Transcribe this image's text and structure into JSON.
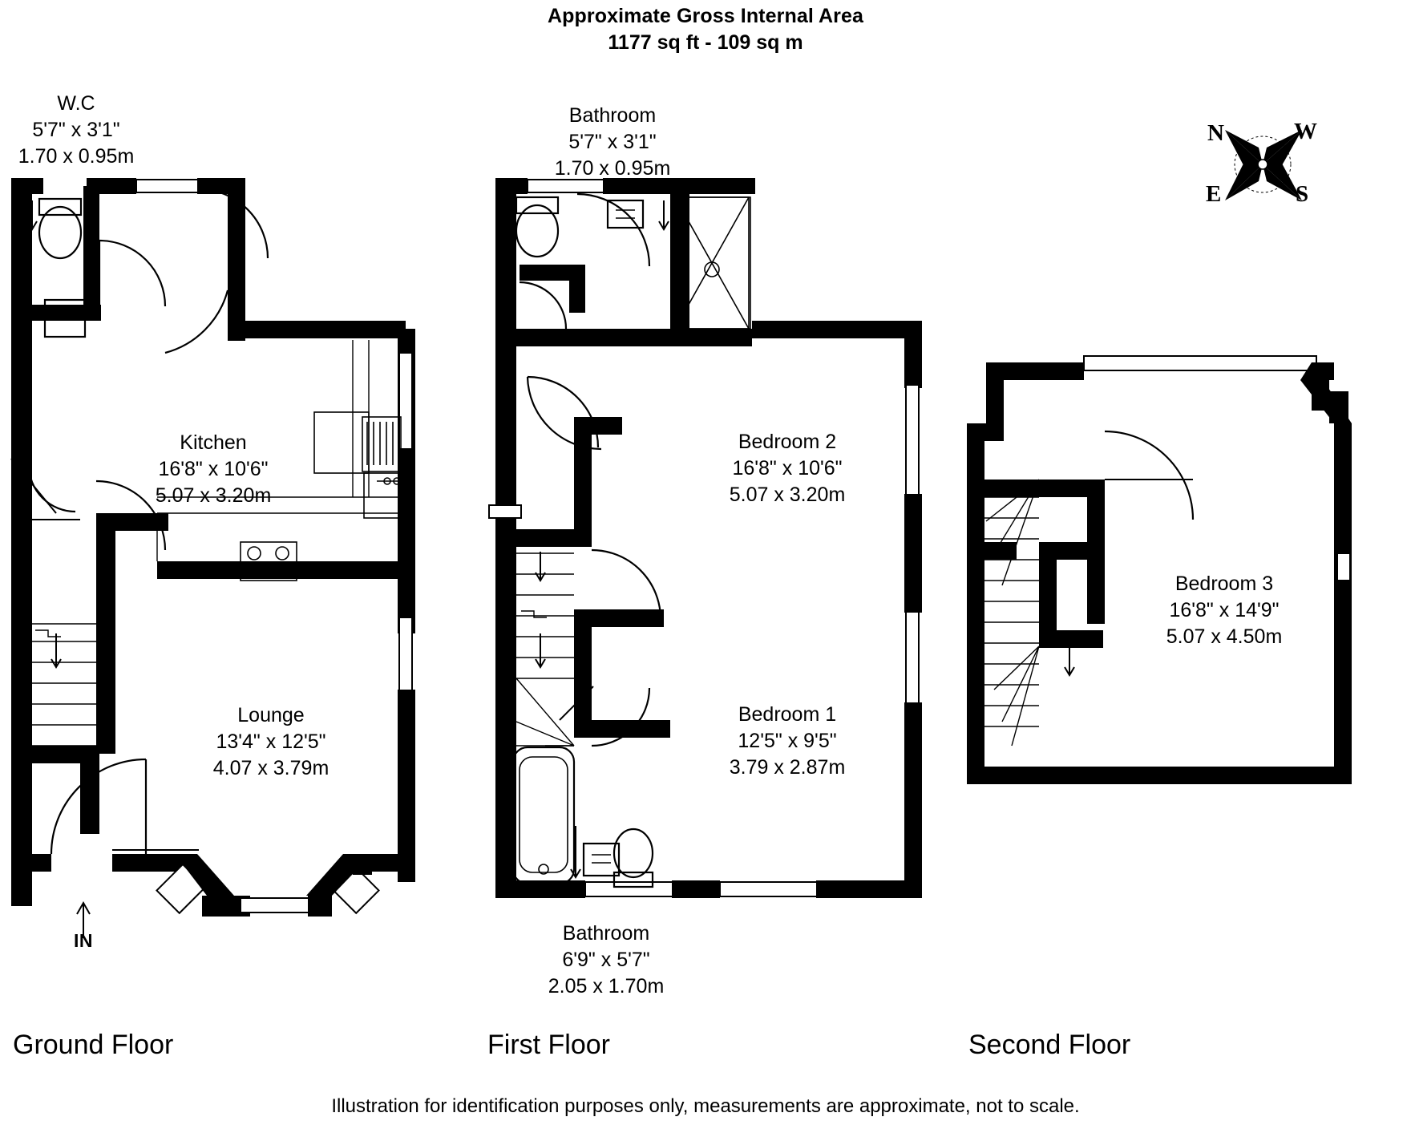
{
  "header": {
    "title": "Approximate Gross Internal Area",
    "area": "1177 sq ft - 109 sq m"
  },
  "compass": {
    "north": "N",
    "west": "W",
    "east": "E",
    "south": "S"
  },
  "floors": [
    {
      "id": "ground",
      "title": "Ground Floor",
      "rooms": [
        {
          "name": "W.C",
          "imperial": "5'7\" x 3'1\"",
          "metric": "1.70 x 0.95m"
        },
        {
          "name": "Kitchen",
          "imperial": "16'8\" x 10'6\"",
          "metric": "5.07 x 3.20m"
        },
        {
          "name": "Lounge",
          "imperial": "13'4\" x 12'5\"",
          "metric": "4.07 x 3.79m"
        }
      ],
      "entrance_label": "IN"
    },
    {
      "id": "first",
      "title": "First Floor",
      "rooms": [
        {
          "name": "Bathroom",
          "imperial": "5'7\" x 3'1\"",
          "metric": "1.70 x 0.95m"
        },
        {
          "name": "Bedroom 2",
          "imperial": "16'8\" x 10'6\"",
          "metric": "5.07 x 3.20m"
        },
        {
          "name": "Bedroom 1",
          "imperial": "12'5\" x 9'5\"",
          "metric": "3.79 x 2.87m"
        },
        {
          "name": "Bathroom",
          "imperial": "6'9\" x 5'7\"",
          "metric": "2.05 x 1.70m"
        }
      ]
    },
    {
      "id": "second",
      "title": "Second Floor",
      "rooms": [
        {
          "name": "Bedroom 3",
          "imperial": "16'8\" x 14'9\"",
          "metric": "5.07 x 4.50m"
        }
      ]
    }
  ],
  "footer": {
    "disclaimer": "Illustration for identification purposes only, measurements are approximate, not to scale."
  },
  "colors": {
    "wall": "#000000",
    "background": "#ffffff"
  }
}
